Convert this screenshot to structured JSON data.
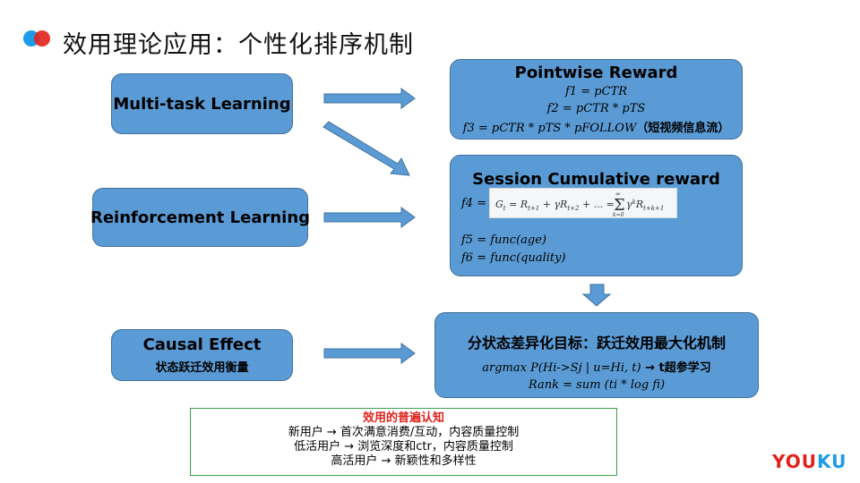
{
  "title": "效用理论应用：个性化排序机制",
  "colors": {
    "box_fill": "#5b9bd5",
    "arrow": "#5b9bd5",
    "logo_red": "#e0221b",
    "logo_blue": "#1e9be8",
    "green_border": "#3aa14a"
  },
  "left": {
    "multitask": "Multi-task Learning",
    "rl": "Reinforcement Learning",
    "causal": "Causal Effect",
    "causal_sub": "状态跃迁效用衡量"
  },
  "pointwise": {
    "header": "Pointwise Reward",
    "f1": "f1 = pCTR",
    "f2": "f2 = pCTR * pTS",
    "f3": "f3 = pCTR * pTS * pFOLLOW",
    "f3_note": "（短视频信息流）"
  },
  "session": {
    "header": "Session Cumulative reward",
    "f4_label": "f4 =",
    "f4_formula": "G_t = R_{t+1} + γR_{t+2} + ... = Σ_{k=0}^{∞} γ^k R_{t+k+1}",
    "f5": "f5 = func(age)",
    "f6": "f6 = func(quality)"
  },
  "state": {
    "header": "分状态差异化目标：跃迁效用最大化机制",
    "line1": "argmax P(Hi->Sj | u=Hi, t)",
    "line1_note": "t超参学习",
    "line2": "Rank = sum (ti * log fi)"
  },
  "note": {
    "title": "效用的普遍认知",
    "lines": [
      "新用户  → 首次满意消费/互动，内容质量控制",
      "低活用户 →  浏览深度和ctr，内容质量控制",
      "高活用户 → 新颖性和多样性"
    ]
  },
  "logo": {
    "part1": "YOU",
    "part2": "KU"
  }
}
